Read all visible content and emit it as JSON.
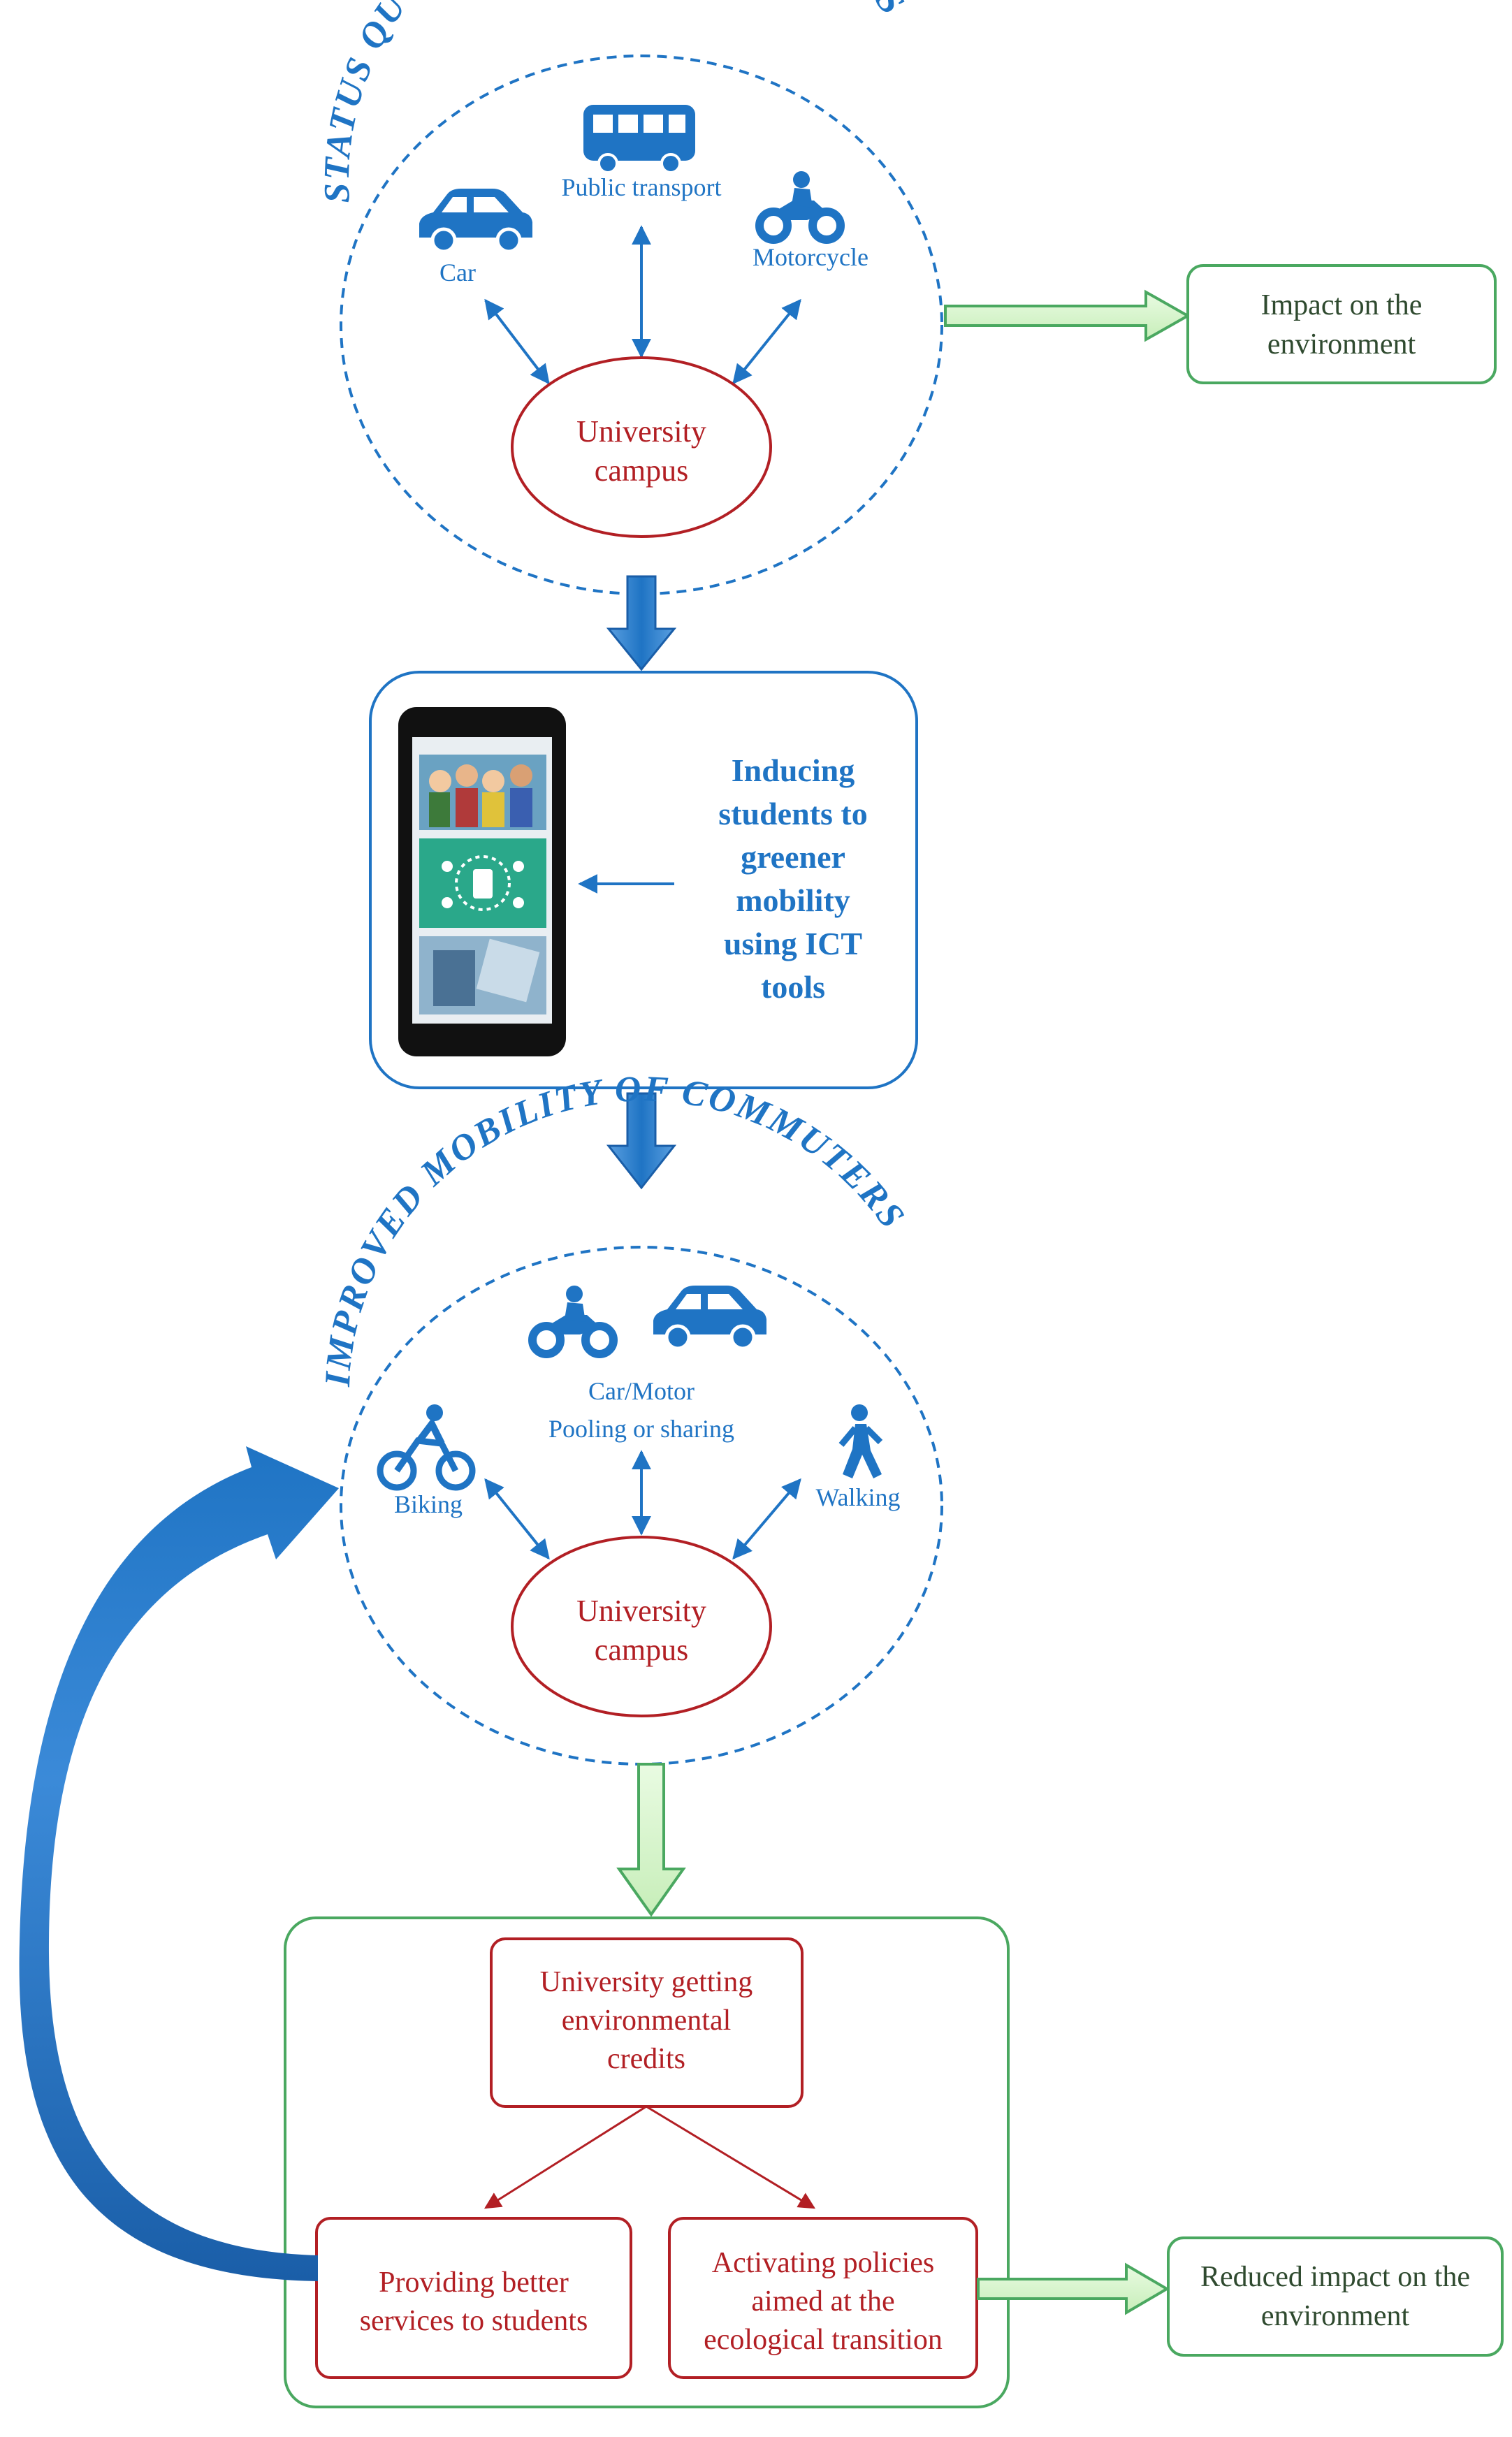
{
  "status_quo": {
    "title": "STATUS QUO MOBILITY OF COMMUTERS",
    "modes": {
      "public_transport": "Public transport",
      "car": "Car",
      "motorcycle": "Motorcycle"
    },
    "campus": [
      "University",
      "campus"
    ]
  },
  "impact_box": [
    "Impact on the",
    "environment"
  ],
  "ict_box": {
    "lines": [
      "Inducing",
      "students to",
      "greener",
      "mobility",
      "using ICT",
      "tools"
    ]
  },
  "improved": {
    "title": "IMPROVED MOBILITY OF COMMUTERS",
    "modes": {
      "pooling": [
        "Car/Motor",
        "Pooling or sharing"
      ],
      "biking": "Biking",
      "walking": "Walking"
    },
    "campus": [
      "University",
      "campus"
    ]
  },
  "outcomes": {
    "credits": [
      "University getting",
      "environmental",
      "credits"
    ],
    "services": [
      "Providing better",
      "services to students"
    ],
    "policies": [
      "Activating policies",
      "aimed at the",
      "ecological transition"
    ]
  },
  "reduced_box": [
    "Reduced impact on the",
    "environment"
  ],
  "colors": {
    "blue": "#1f74c4",
    "red": "#b21f24",
    "green": "#4aa860",
    "light_green": "#d6f5c9"
  }
}
